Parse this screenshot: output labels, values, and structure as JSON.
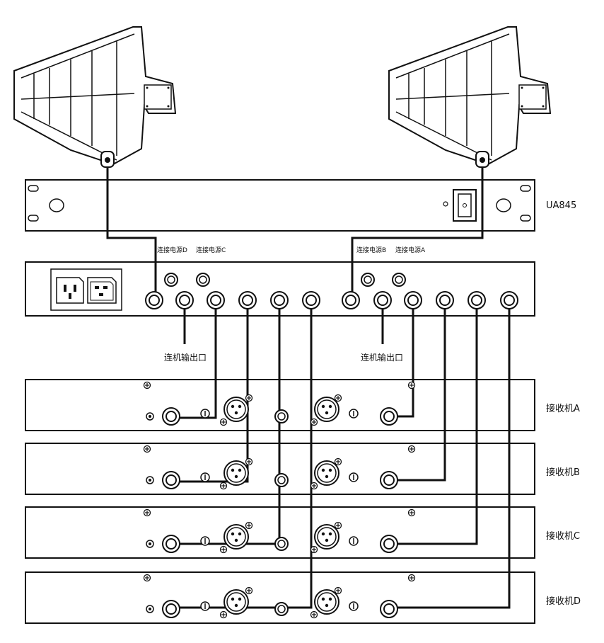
{
  "diagram": {
    "model_label": "UA845",
    "power_labels": [
      "连接电源D",
      "连接电源C",
      "连接电源B",
      "连接电源A"
    ],
    "cascade_output_label": "连机输出口",
    "receivers": [
      "接收机A",
      "接收机B",
      "接收机C",
      "接收机D"
    ]
  }
}
